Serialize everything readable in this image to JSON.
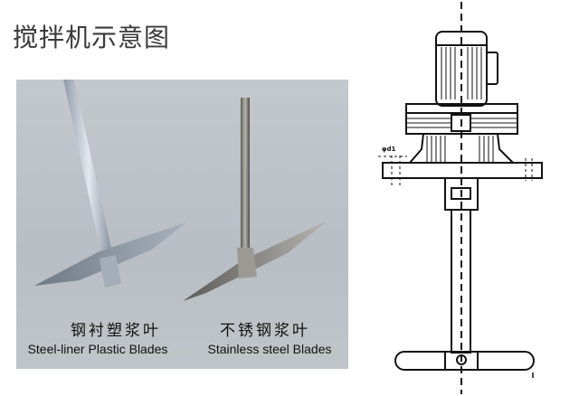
{
  "title": "搅拌机示意图",
  "blades": [
    {
      "name_cn": "钢衬塑浆叶",
      "name_en": "Steel-liner Plastic Blades"
    },
    {
      "name_cn": "不锈钢浆叶",
      "name_en": "Stainless steel Blades"
    }
  ],
  "drawing": {
    "dimension_label": "φd1"
  }
}
